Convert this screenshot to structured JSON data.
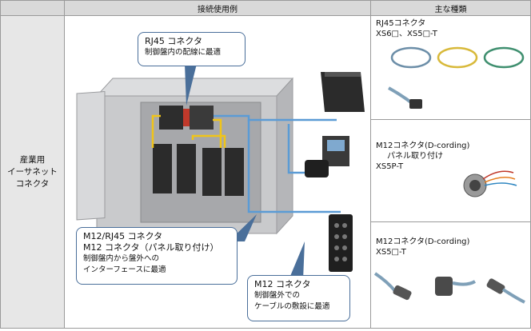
{
  "table": {
    "header_usage": "接続使用例",
    "header_types": "主な種類",
    "category": "産業用\nイーサネット\nコネクタ"
  },
  "callouts": {
    "rj45": {
      "title": "RJ45 コネクタ",
      "desc": "制御盤内の配線に最適"
    },
    "m12_rj45": {
      "title1": "M12/RJ45 コネクタ",
      "title2": "M12 コネクタ（パネル取り付け）",
      "desc1": "制御盤内から盤外への",
      "desc2": "インターフェースに最適"
    },
    "m12": {
      "title": "M12 コネクタ",
      "desc1": "制御盤外での",
      "desc2": "ケーブルの敷設に最適"
    }
  },
  "products": [
    {
      "line1": "RJ45コネクタ",
      "line2": "XS6□、XS5□-T"
    },
    {
      "line1": "M12コネクタ(D-cording)",
      "line2": "パネル取り付け",
      "line3": "XS5P-T"
    },
    {
      "line1": "M12コネクタ(D-cording)",
      "line2": "XS5□-T"
    }
  ],
  "colors": {
    "header_bg": "#d9d9d9",
    "callout_border": "#4a6f9a",
    "cable_yellow": "#f0c419",
    "cable_blue": "#5b9bd5",
    "cabinet": "#c9cacc"
  }
}
